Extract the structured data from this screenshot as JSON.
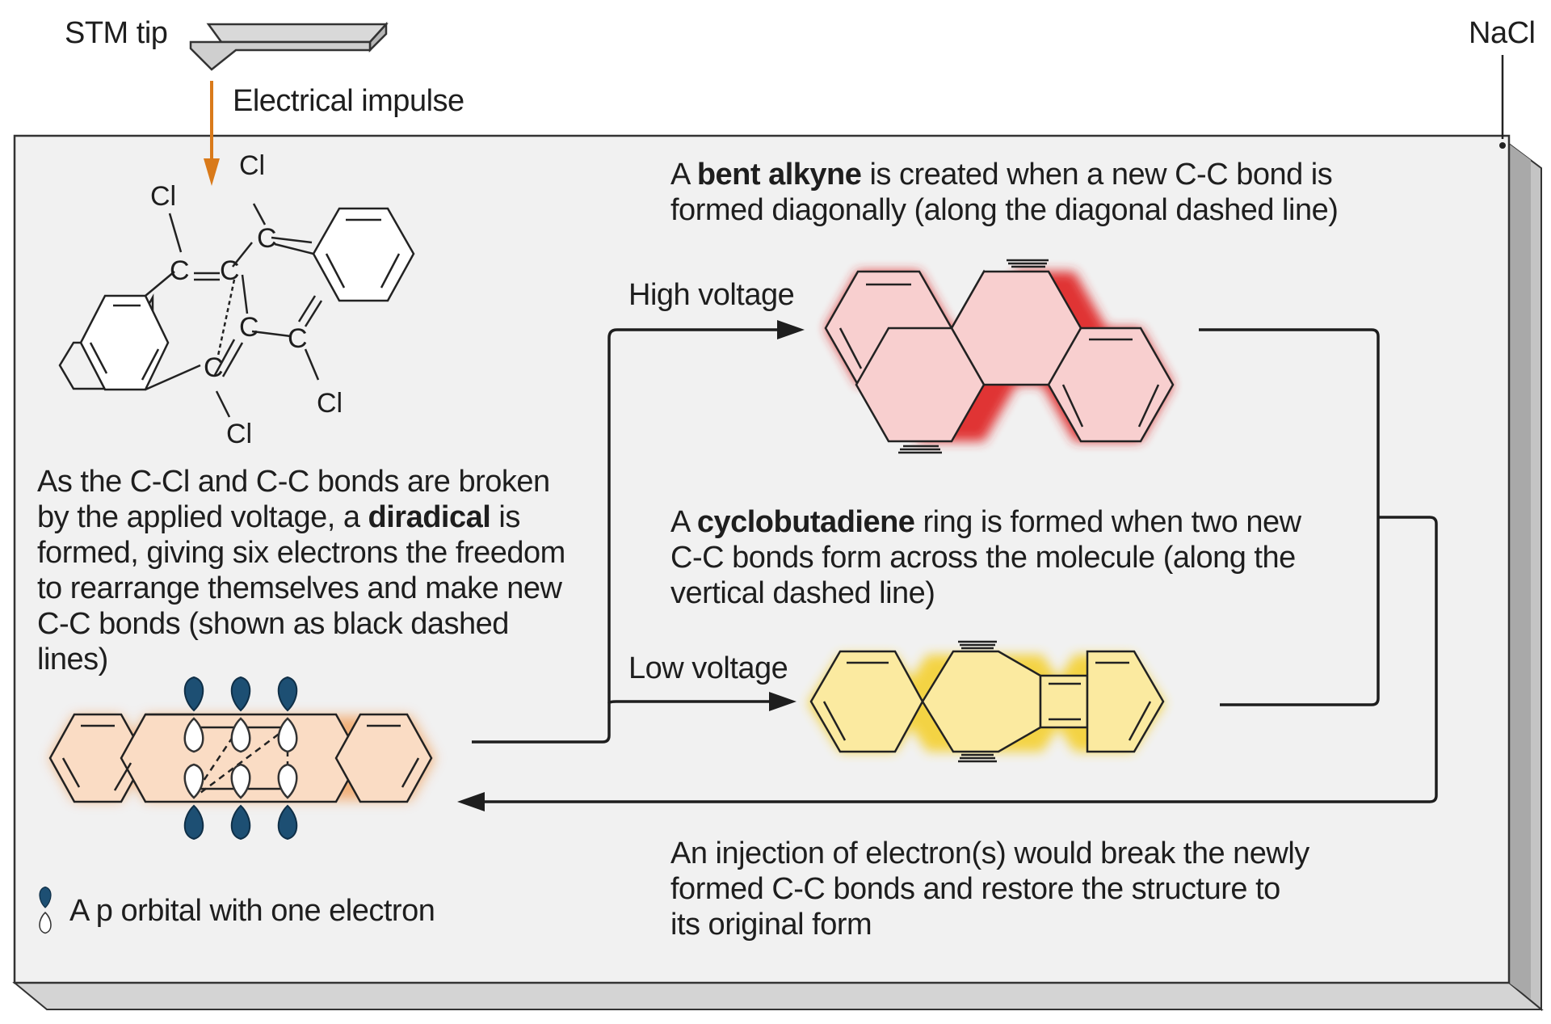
{
  "labels": {
    "stm_tip": "STM tip",
    "electrical_impulse": "Electrical impulse",
    "nacl": "NaCl",
    "high_voltage": "High voltage",
    "low_voltage": "Low voltage",
    "p_orbital_legend": "A p orbital with one electron"
  },
  "atoms": {
    "cl": "Cl",
    "c": "C"
  },
  "paragraphs": {
    "diradical": {
      "pre": "As the C-Cl and C-C bonds are broken by the applied voltage, a ",
      "bold": "diradical",
      "post": " is formed, giving six electrons the freedom to rearrange themselves and make new C-C bonds (shown as black dashed lines)"
    },
    "bent_alkyne": {
      "pre": "A ",
      "bold": "bent alkyne",
      "post": " is created when a new C-C bond is formed diagonally (along the diagonal dashed line)"
    },
    "cyclobutadiene": {
      "pre": "A ",
      "bold": "cyclobutadiene",
      "post": " ring is formed when two new C-C bonds form across the molecule (along the vertical dashed line)"
    },
    "injection": "An injection of electron(s) would break the newly formed C-C bonds and restore the structure to its original form"
  },
  "colors": {
    "impulse_arrow": "#d97a1a",
    "bent_alkyne_fill": "#f8cfcf",
    "bent_alkyne_glow": "#e02a2a",
    "cyclobutadiene_fill": "#fbeaa0",
    "cyclobutadiene_glow": "#f4d23a",
    "diradical_fill": "#fadcc4",
    "diradical_glow": "#f2a86a",
    "orbital_lobe": "#1d4f73",
    "panel": "#f1f1f1",
    "panel_side": "#cfcfcf"
  }
}
